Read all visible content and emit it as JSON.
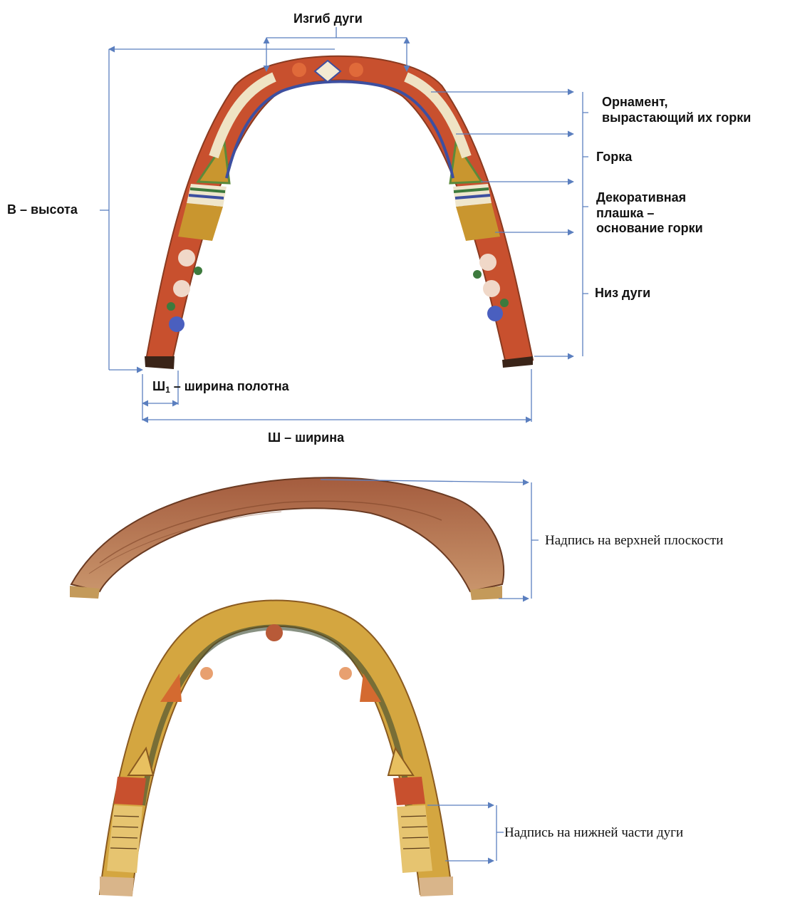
{
  "labels": {
    "bend": "Изгиб дуги",
    "height": "В – высота",
    "ornament_line1": "Орнамент,",
    "ornament_line2": "вырастающий их горки",
    "gorka": "Горка",
    "plate_line1": "Декоративная",
    "plate_line2": "плашка –",
    "plate_line3": "основание горки",
    "bottom": "Низ дуги",
    "width1_main": "Ш",
    "width1_sub": "1",
    "width1_rest": "– ширина полотна",
    "width": "Ш – ширина",
    "top_inscription": "Надпись на верхней плоскости",
    "bottom_inscription": "Надпись на нижней части дуги"
  },
  "colors": {
    "dimension_line": "#5b7fbf",
    "painted_red": "#c8502e",
    "ochre": "#c9962f",
    "wood": "#9a5a3a",
    "yellow_paint": "#d4a640"
  },
  "figures": [
    {
      "name": "painted-arc-front"
    },
    {
      "name": "arc-top-surface"
    },
    {
      "name": "painted-arc-underside"
    }
  ]
}
